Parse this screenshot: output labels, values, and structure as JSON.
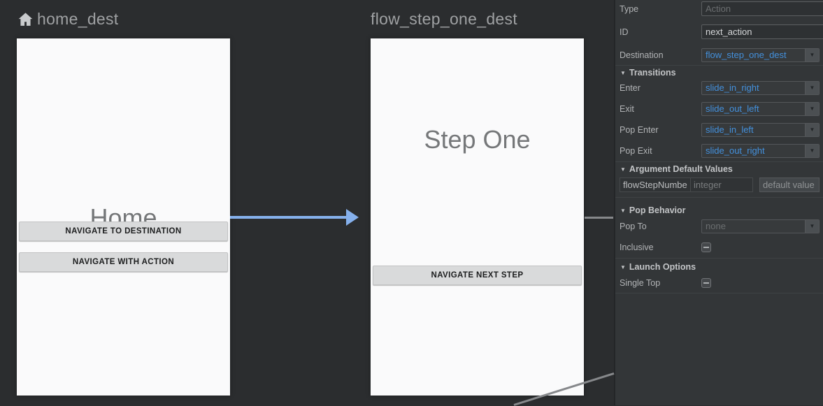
{
  "theme": {
    "arrow_color": "#85b0ec",
    "accent_blue": "#4390dc",
    "panel_background": "#333638",
    "canvas_background": "#2b2d2f"
  },
  "icons": {
    "collapse": "▼",
    "dropdown": "▼",
    "home": "home-icon"
  },
  "canvas": {
    "home_screen": {
      "title": "home_dest",
      "body_title": "Home",
      "buttons": [
        "NAVIGATE TO DESTINATION",
        "NAVIGATE WITH ACTION"
      ]
    },
    "flow_screen": {
      "title": "flow_step_one_dest",
      "body_title": "Step One",
      "buttons": [
        "NAVIGATE NEXT STEP"
      ]
    }
  },
  "panel": {
    "type_row": {
      "label": "Type",
      "placeholder": "Action"
    },
    "id_row": {
      "label": "ID",
      "value": "next_action"
    },
    "destination_row": {
      "label": "Destination",
      "value": "flow_step_one_dest"
    },
    "transitions": {
      "header": "Transitions",
      "enter": {
        "label": "Enter",
        "value": "slide_in_right"
      },
      "exit": {
        "label": "Exit",
        "value": "slide_out_left"
      },
      "pop_enter": {
        "label": "Pop Enter",
        "value": "slide_in_left"
      },
      "pop_exit": {
        "label": "Pop Exit",
        "value": "slide_out_right"
      }
    },
    "argument_defaults": {
      "header": "Argument Default Values",
      "row": {
        "name": "flowStepNumbe",
        "type": "integer",
        "default_placeholder": "default value"
      }
    },
    "pop_behavior": {
      "header": "Pop Behavior",
      "pop_to": {
        "label": "Pop To",
        "value": "none"
      },
      "inclusive": {
        "label": "Inclusive",
        "state": "indeterminate"
      }
    },
    "launch_options": {
      "header": "Launch Options",
      "single_top": {
        "label": "Single Top",
        "state": "indeterminate"
      }
    }
  }
}
